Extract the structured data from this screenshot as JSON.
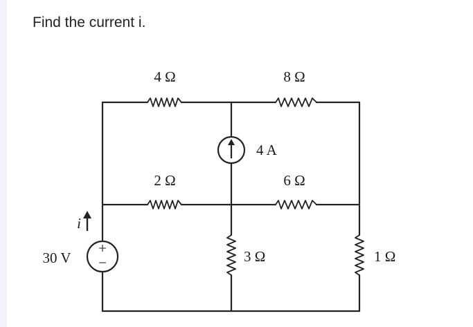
{
  "question": {
    "text": "Find the current i."
  },
  "circuit": {
    "source_voltage": "30 V",
    "source_current_label": "i",
    "current_source": "4 A",
    "resistors": {
      "top_left": "4 Ω",
      "top_right": "8 Ω",
      "mid_left": "2 Ω",
      "mid_right": "6 Ω",
      "center_vertical": "3 Ω",
      "right_vertical": "1 Ω"
    },
    "source_polarity": {
      "plus": "+",
      "minus": "−"
    }
  }
}
